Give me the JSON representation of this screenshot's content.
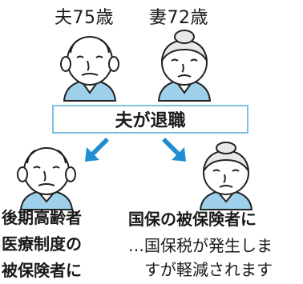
{
  "husband_label": "夫75歳",
  "wife_label": "妻72歳",
  "event_label": "夫が退職",
  "husband_result": [
    "後期高齢者",
    "医療制度の",
    "被保険者に"
  ],
  "wife_result_title": "国保の被保険者に",
  "wife_result_note": [
    "…国保税が発生しま",
    "すが軽減されます"
  ],
  "colors": {
    "shirt": "#9ed0ec",
    "box_border": "#7fc1e3",
    "arrow": "#1f8fd1",
    "line": "#222222"
  }
}
